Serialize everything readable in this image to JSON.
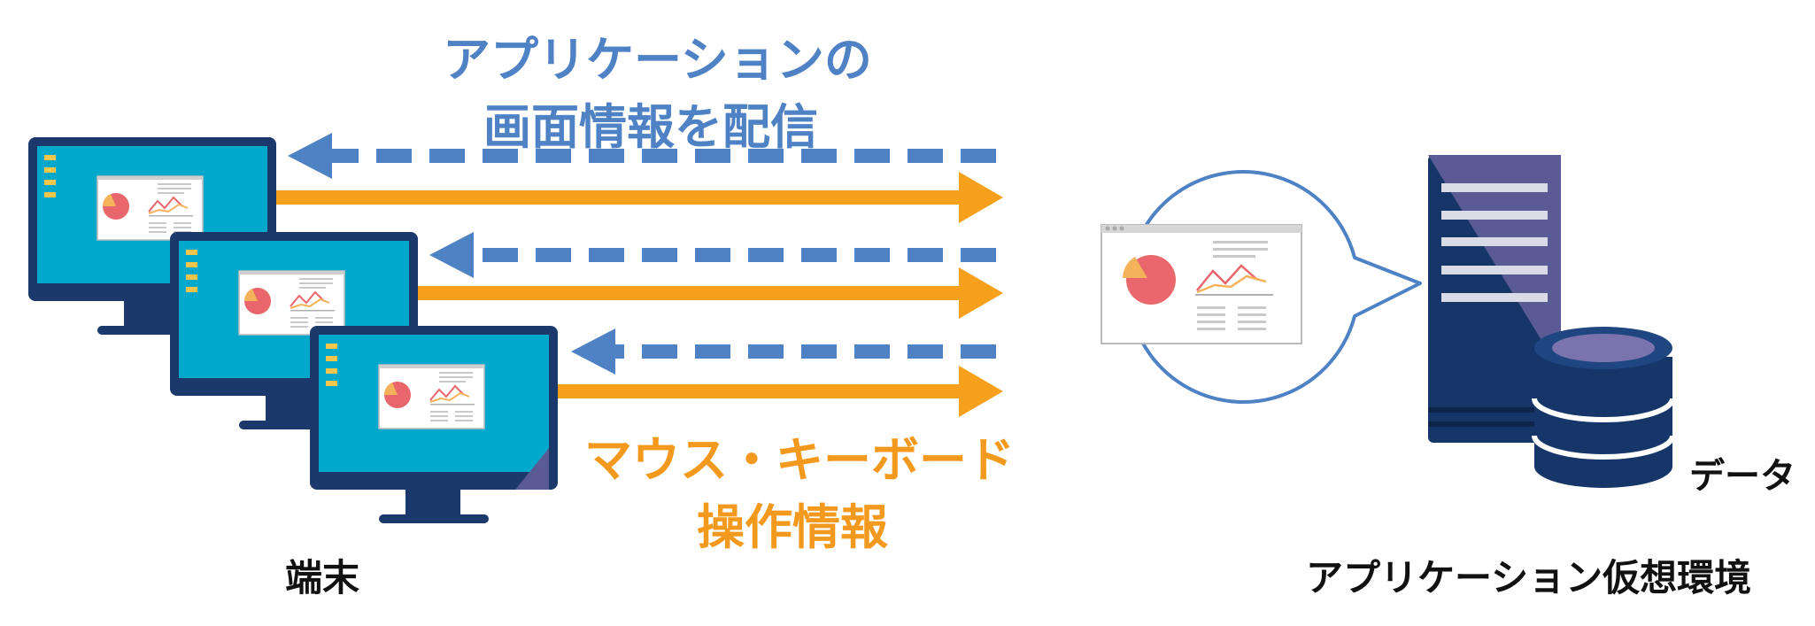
{
  "labels": {
    "screen_info_line1": "アプリケーションの",
    "screen_info_line2": "画面情報を配信",
    "input_info_line1": "マウス・キーボード",
    "input_info_line2": "操作情報",
    "terminal": "端末",
    "app_env": "アプリケーション仮想環境",
    "data": "データ"
  },
  "colors": {
    "screen_arrow": "#4f82c4",
    "input_arrow": "#f7a01c",
    "monitor_frame": "#1b3a6b",
    "monitor_screen": "#00a8cc",
    "server_dark": "#16366a",
    "server_accent": "#5a5a94",
    "database_top": "#7b73ad"
  },
  "icons": {
    "terminals": "desktop-monitor-icon",
    "server": "server-tower-icon",
    "database": "database-cylinder-icon",
    "screen_preview": "pie-and-line-chart-window-icon"
  }
}
